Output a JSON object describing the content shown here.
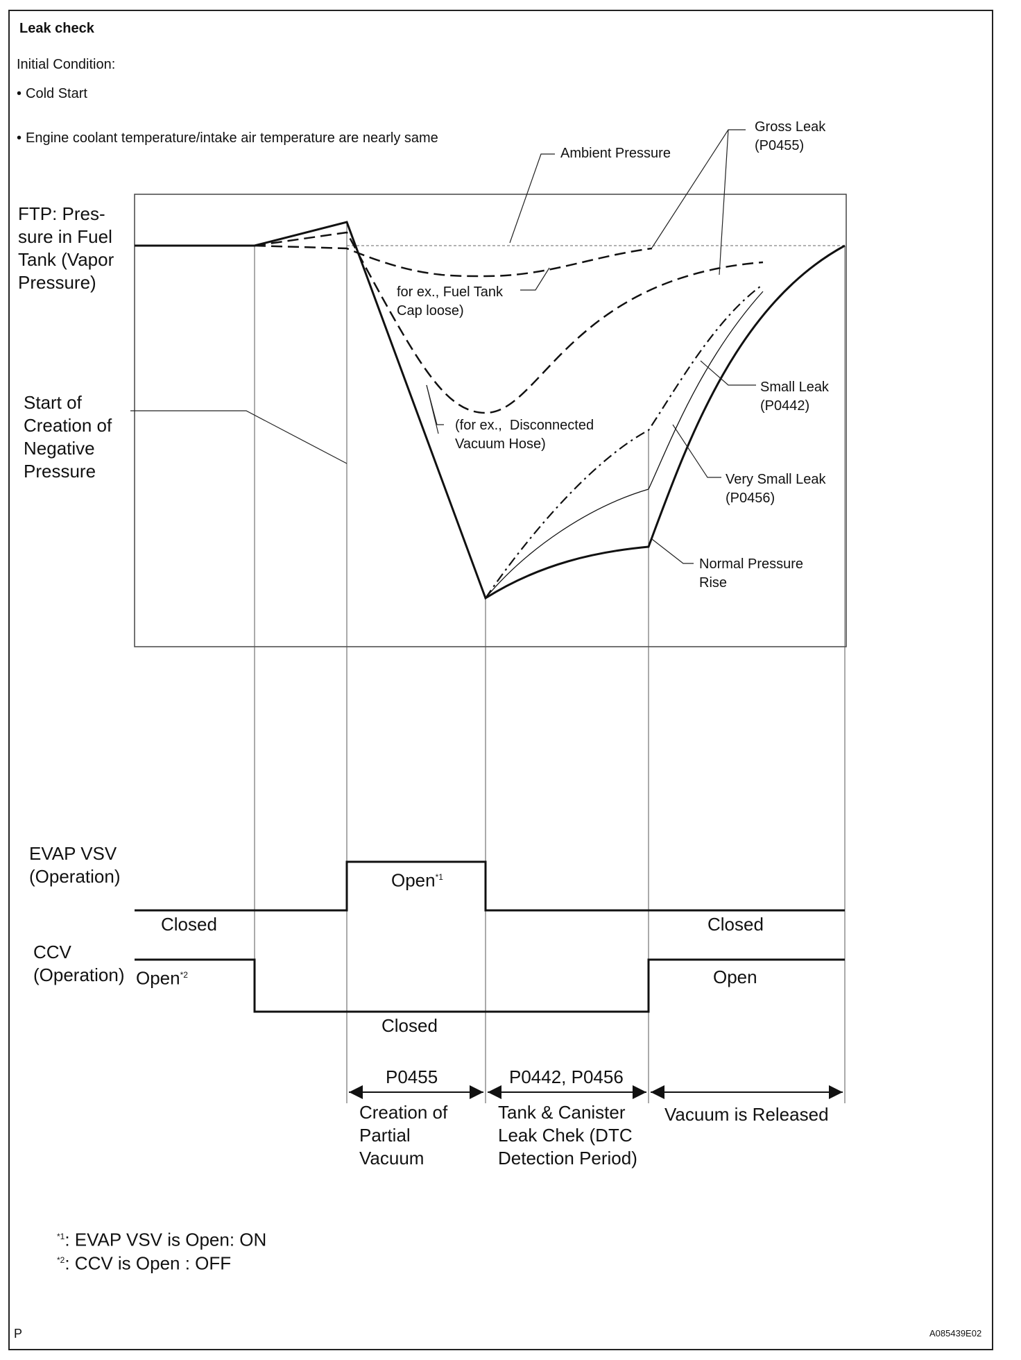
{
  "header": {
    "title": "Leak check",
    "initial_condition": "Initial Condition:",
    "conditions": [
      "Cold Start",
      "Engine coolant temperature/intake air temperature are nearly same"
    ]
  },
  "pressure_graph": {
    "ylabel": "FTP: Pres-\nsure in Fuel\nTank (Vapor\nPressure)",
    "start_label": "Start of\nCreation of\nNegative\nPressure",
    "ambient_label": "Ambient Pressure",
    "gross_leak_label": "Gross Leak\n(P0455)",
    "fuel_cap_note": "for ex., Fuel Tank\nCap loose)",
    "hose_note": "(for ex.,  Disconnected\nVacuum Hose)",
    "small_leak_label": "Small Leak\n(P0442)",
    "very_small_leak_label": "Very Small Leak\n(P0456)",
    "normal_rise_label": "Normal Pressure\nRise"
  },
  "evap_vsv": {
    "label": "EVAP VSV\n(Operation)",
    "closed_left": "Closed",
    "open": "Open",
    "open_mark": "*1",
    "closed_right": "Closed"
  },
  "ccv": {
    "label": "CCV\n(Operation)",
    "open_left": "Open",
    "open_left_mark": "*2",
    "closed": "Closed",
    "open_right": "Open"
  },
  "periods": [
    {
      "code": "P0455",
      "desc": "Creation of\nPartial\nVacuum"
    },
    {
      "code": "P0442, P0456",
      "desc": "Tank & Canister\nLeak Chek (DTC\nDetection Period)"
    },
    {
      "code": "",
      "desc": "Vacuum is Released"
    }
  ],
  "footnotes": [
    {
      "mark": "*1",
      "text": ": EVAP VSV is Open: ON"
    },
    {
      "mark": "*2",
      "text": ": CCV is Open : OFF"
    }
  ],
  "footer": {
    "corner_left": "P",
    "ref_code": "A085439E02"
  }
}
